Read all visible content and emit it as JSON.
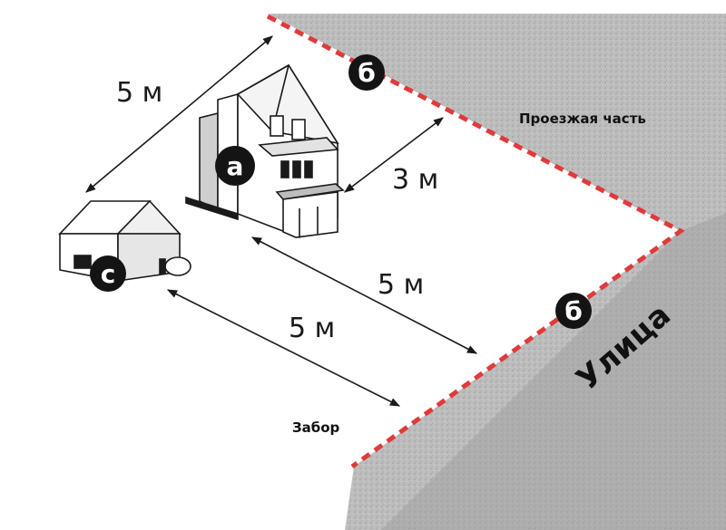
{
  "labels": {
    "roadway": "Проезжая часть",
    "street": "Улица",
    "fence": "Забор"
  },
  "dimensions": {
    "fence_to_house": "5 м",
    "house_to_road": "3 м",
    "house_to_street": "5 м",
    "shed_to_fence": "5 м"
  },
  "markers": {
    "house": "a",
    "outbuilding": "c",
    "boundary_top": "б",
    "boundary_right": "б"
  },
  "colors": {
    "boundary": "#e03a3a",
    "road_fill": "#b9b9b9",
    "ink": "#111111",
    "badge": "#141414"
  }
}
